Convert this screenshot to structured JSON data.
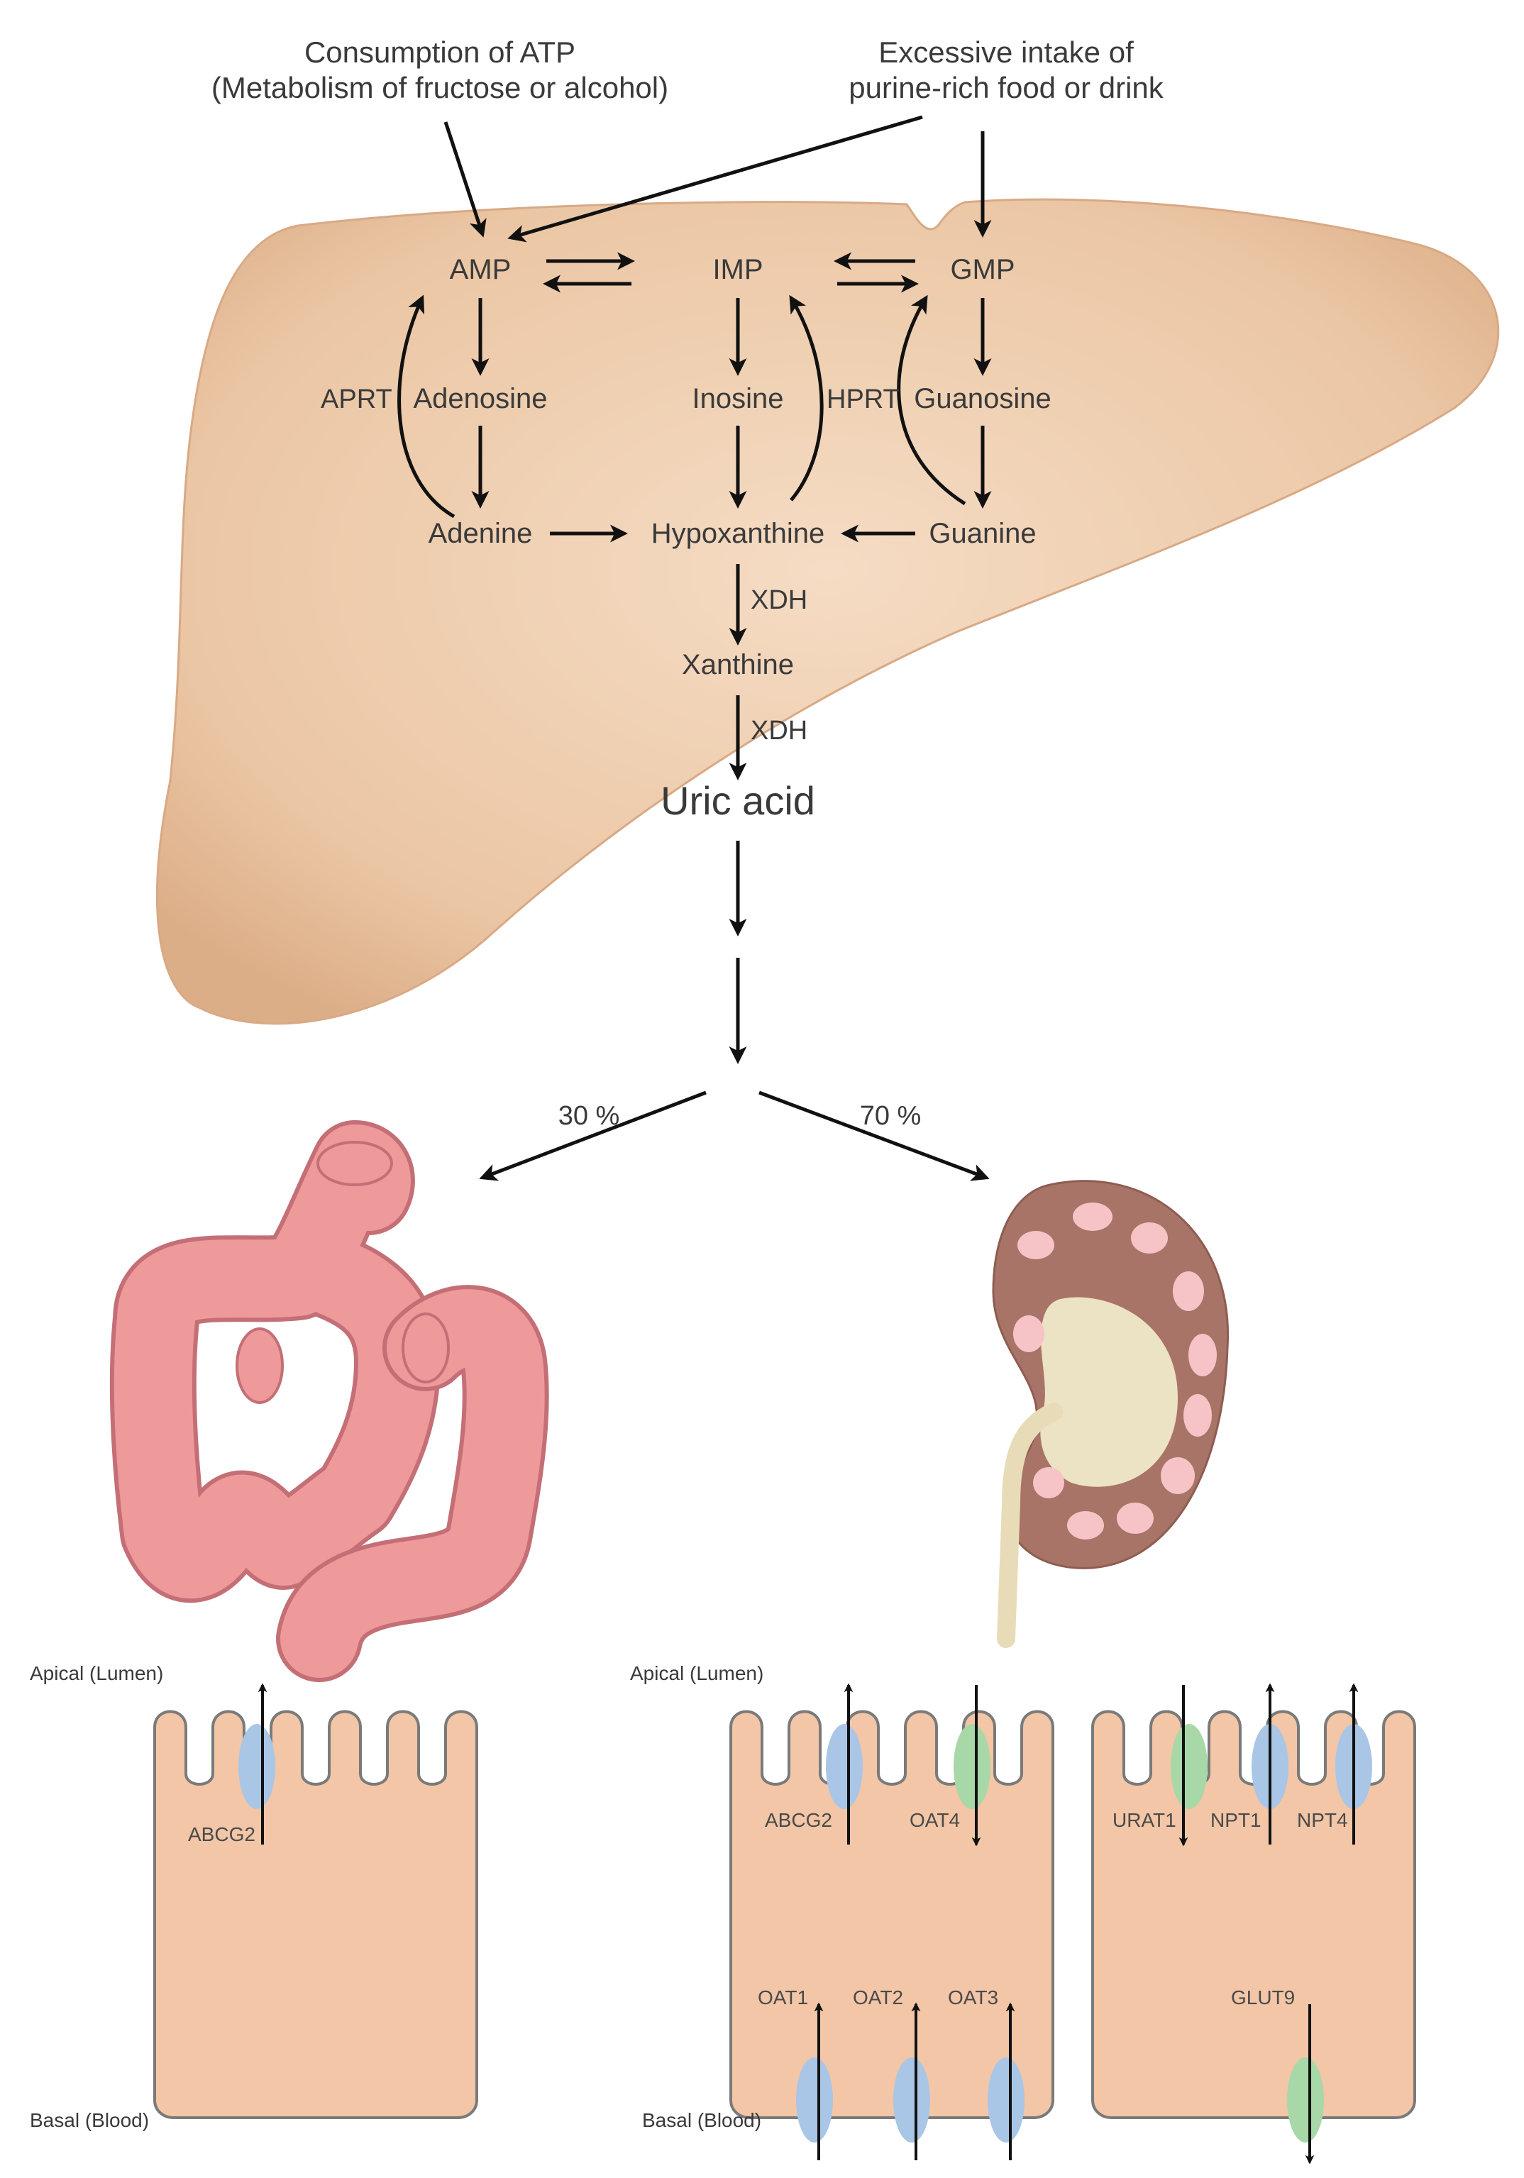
{
  "sources": {
    "atp_line1": "Consumption of ATP",
    "atp_line2": "(Metabolism of fructose or alcohol)",
    "purine_line1": "Excessive intake of",
    "purine_line2": "purine-rich food or drink"
  },
  "metabolites": {
    "amp": "AMP",
    "imp": "IMP",
    "gmp": "GMP",
    "adenosine": "Adenosine",
    "inosine": "Inosine",
    "guanosine": "Guanosine",
    "adenine": "Adenine",
    "hypoxanthine": "Hypoxanthine",
    "guanine": "Guanine",
    "xanthine": "Xanthine",
    "uric_acid": "Uric acid"
  },
  "enzymes": {
    "aprt": "APRT",
    "hprt": "HPRT",
    "xdh_1": "XDH",
    "xdh_2": "XDH"
  },
  "excretion": {
    "intestine_pct": "30 %",
    "kidney_pct": "70 %"
  },
  "cell_labels": {
    "intestine_apical": "Apical  (Lumen)",
    "intestine_basal": "Basal  (Blood)",
    "kidney_apical": "Apical  (Lumen)",
    "kidney_basal": "Basal  (Blood)"
  },
  "transporters": {
    "intestine_abcg2": "ABCG2",
    "kidney_abcg2": "ABCG2",
    "oat4": "OAT4",
    "urat1": "URAT1",
    "npt1": "NPT1",
    "npt4": "NPT4",
    "oat1": "OAT1",
    "oat2": "OAT2",
    "oat3": "OAT3",
    "glut9": "GLUT9"
  },
  "colors": {
    "liver": "#ecc9a8",
    "cell": "#f2c6a6",
    "intestine": "#ee9a9a",
    "kidney_cortex": "#a87468",
    "kidney_pelvis": "#ece2c4",
    "papilla": "#f6c4c6",
    "efflux_transporter": "#a9c6e6",
    "influx_transporter": "#a8d8a8"
  }
}
